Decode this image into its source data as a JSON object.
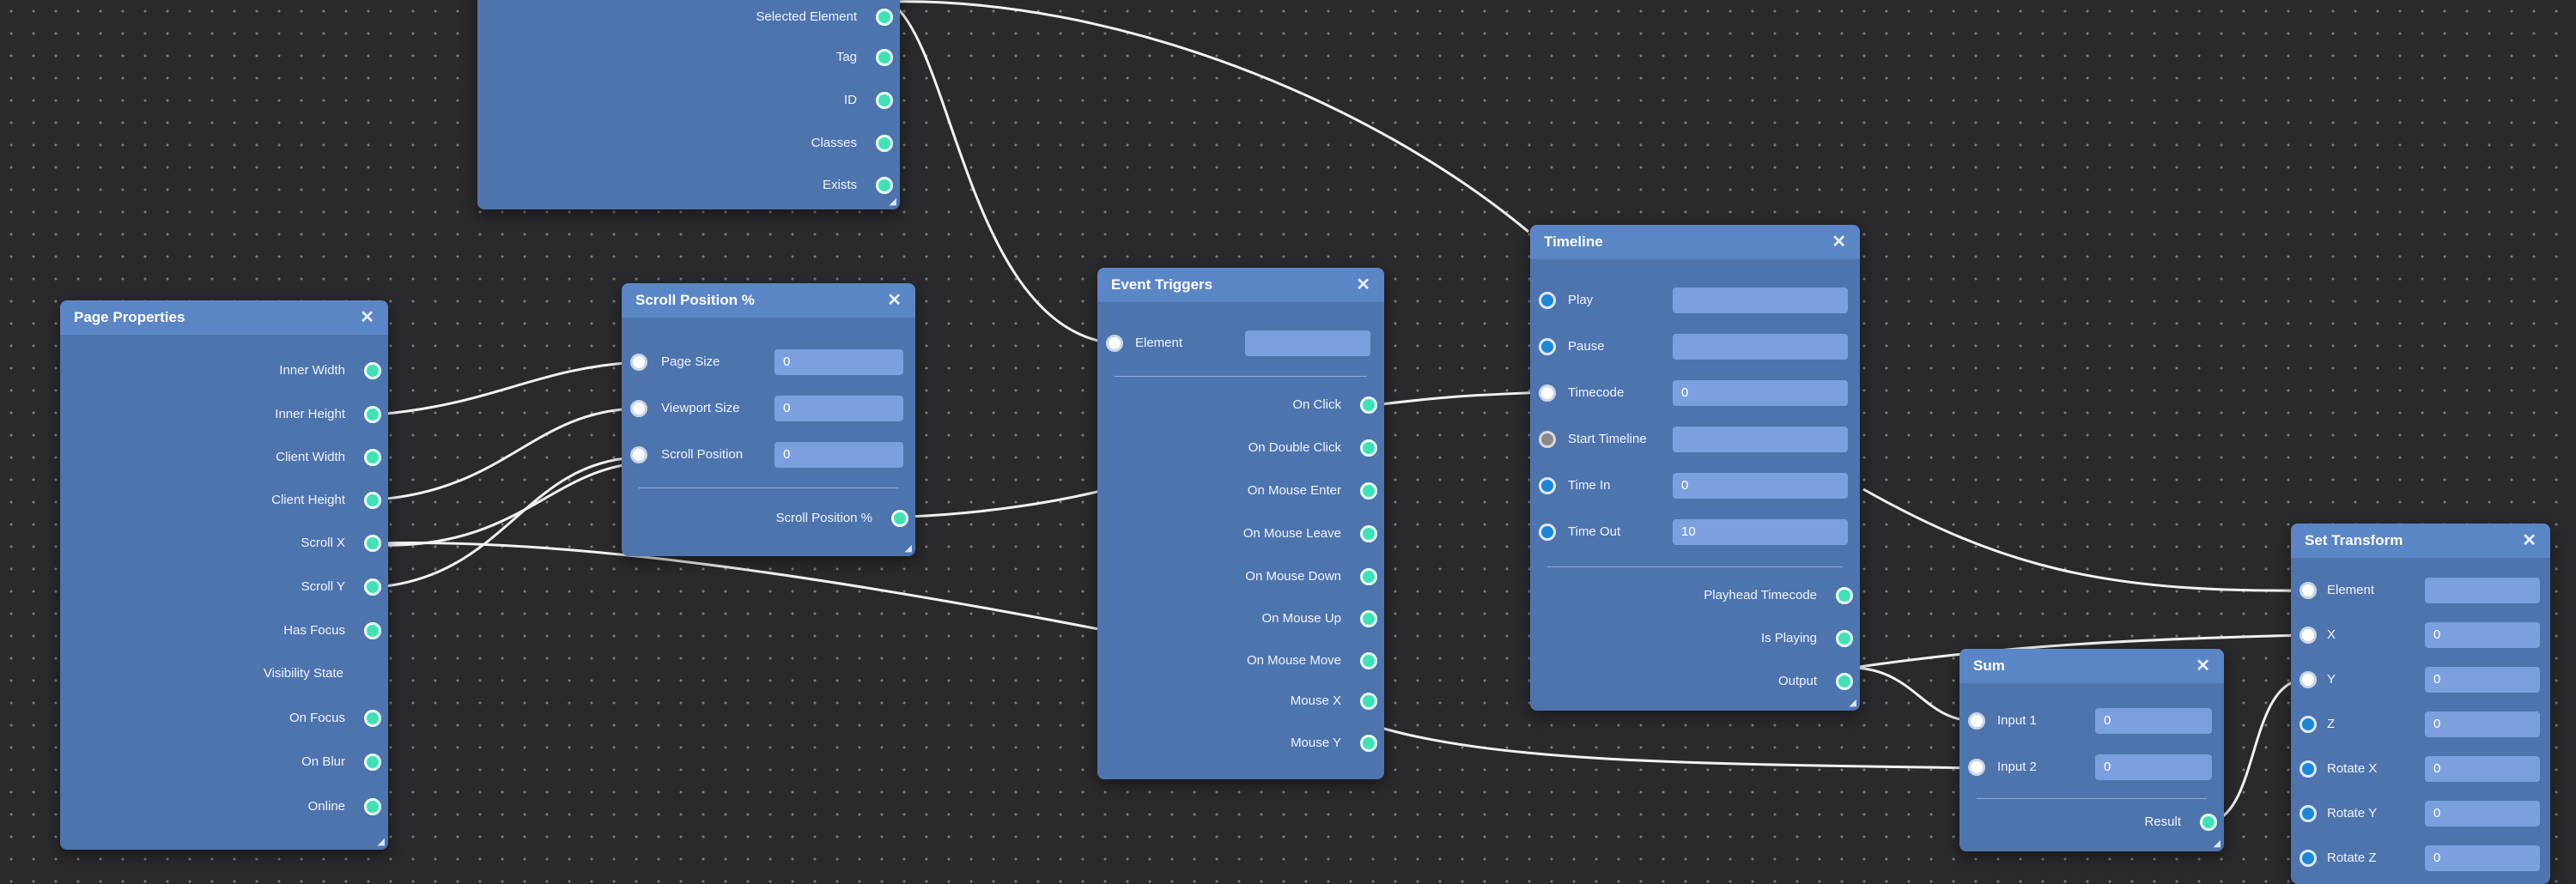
{
  "nodes": {
    "element_query": {
      "outputs": [
        "Selected Element",
        "Tag",
        "ID",
        "Classes",
        "Exists"
      ]
    },
    "page_properties": {
      "title": "Page Properties",
      "outputs": [
        "Inner Width",
        "Inner Height",
        "Client Width",
        "Client Height",
        "Scroll X",
        "Scroll Y",
        "Has Focus",
        "Visibility State",
        "On Focus",
        "On Blur",
        "Online"
      ]
    },
    "scroll_position": {
      "title": "Scroll Position %",
      "inputs": [
        {
          "label": "Page Size",
          "value": "0"
        },
        {
          "label": "Viewport Size",
          "value": "0"
        },
        {
          "label": "Scroll Position",
          "value": "0"
        }
      ],
      "outputs": [
        "Scroll Position %"
      ]
    },
    "event_triggers": {
      "title": "Event Triggers",
      "inputs": [
        {
          "label": "Element",
          "value": ""
        }
      ],
      "outputs": [
        "On Click",
        "On Double Click",
        "On Mouse Enter",
        "On Mouse Leave",
        "On Mouse Down",
        "On Mouse Up",
        "On Mouse Move",
        "Mouse X",
        "Mouse Y"
      ]
    },
    "timeline": {
      "title": "Timeline",
      "inputs": [
        {
          "label": "Play",
          "value": ""
        },
        {
          "label": "Pause",
          "value": ""
        },
        {
          "label": "Timecode",
          "value": "0"
        },
        {
          "label": "Start Timeline",
          "value": ""
        },
        {
          "label": "Time In",
          "value": "0"
        },
        {
          "label": "Time Out",
          "value": "10"
        }
      ],
      "outputs": [
        "Playhead Timecode",
        "Is Playing",
        "Output"
      ]
    },
    "sum": {
      "title": "Sum",
      "inputs": [
        {
          "label": "Input 1",
          "value": "0"
        },
        {
          "label": "Input 2",
          "value": "0"
        }
      ],
      "outputs": [
        "Result"
      ]
    },
    "set_transform": {
      "title": "Set Transform",
      "inputs": [
        {
          "label": "Element",
          "value": ""
        },
        {
          "label": "X",
          "value": "0"
        },
        {
          "label": "Y",
          "value": "0"
        },
        {
          "label": "Z",
          "value": "0"
        },
        {
          "label": "Rotate X",
          "value": "0"
        },
        {
          "label": "Rotate Y",
          "value": "0"
        },
        {
          "label": "Rotate Z",
          "value": "0"
        }
      ]
    }
  },
  "icons": {
    "close": "close-icon",
    "resize": "resize-grip-icon"
  },
  "colors": {
    "canvas": "#2a2a2c",
    "node": "#4e74ad",
    "header": "#5b86c6",
    "output_port": "#3fe1b6",
    "field": "#7ba0dd",
    "wire": "#ffffff"
  }
}
